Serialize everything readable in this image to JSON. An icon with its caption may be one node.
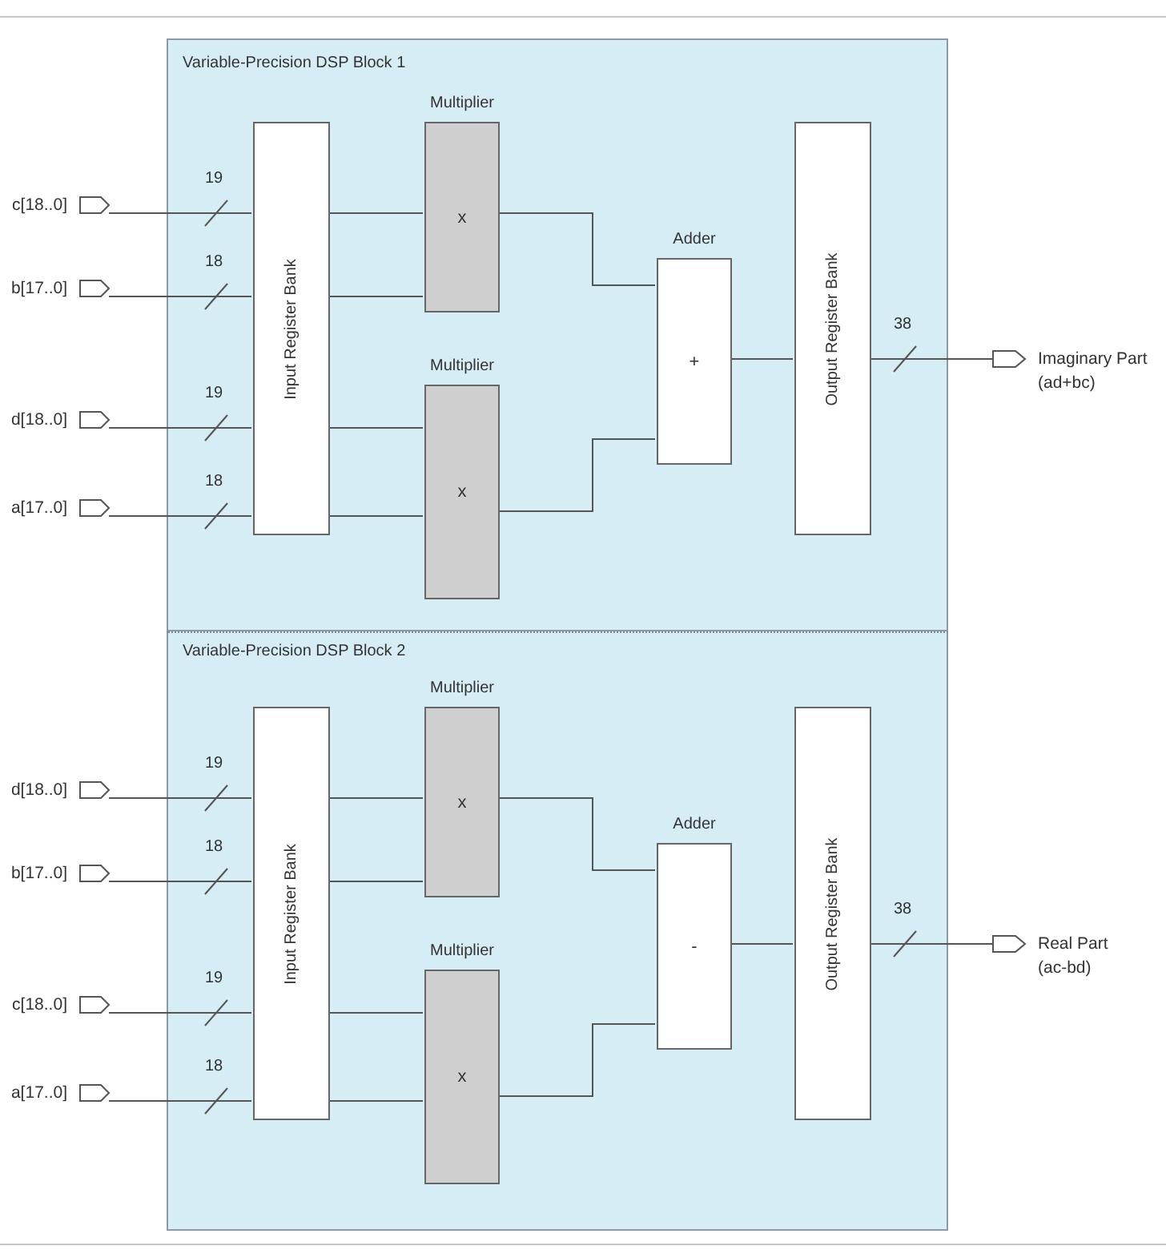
{
  "diagram": {
    "nodes": [
      {
        "text": [
          "Variable-Precision DSP Block 1"
        ]
      },
      {
        "text": [
          "Input Register Bank"
        ],
        "in": 0
      },
      {
        "text": [
          "Multiplier",
          "x"
        ],
        "in": 0
      },
      {
        "text": [
          "Multiplier",
          "x"
        ],
        "in": 0
      },
      {
        "text": [
          "Adder",
          "+"
        ],
        "in": 0
      },
      {
        "text": [
          "Output Register Bank"
        ],
        "in": 0
      },
      {
        "text": [
          "c[18..0]"
        ]
      },
      {
        "text": [
          "b[17..0]"
        ]
      },
      {
        "text": [
          "d[18..0]"
        ]
      },
      {
        "text": [
          "a[17..0]"
        ]
      },
      {
        "text": [
          "Imaginary Part (ad+bc)"
        ]
      },
      {
        "text": [
          "Variable-Precision DSP Block 2"
        ]
      },
      {
        "text": [
          "Input Register Bank"
        ],
        "in": 11
      },
      {
        "text": [
          "Multiplier",
          "x"
        ],
        "in": 11
      },
      {
        "text": [
          "Multiplier",
          "x"
        ],
        "in": 11
      },
      {
        "text": [
          "Adder",
          "-"
        ],
        "in": 11
      },
      {
        "text": [
          "Output Register Bank"
        ],
        "in": 11
      },
      {
        "text": [
          "d[18..0]"
        ]
      },
      {
        "text": [
          "b[17..0]"
        ]
      },
      {
        "text": [
          "c[18..0]"
        ]
      },
      {
        "text": [
          "a[17..0]"
        ]
      },
      {
        "text": [
          "Real Part (ac-bd)"
        ]
      }
    ],
    "edges": [
      {
        "from": 6,
        "to": 1,
        "arrow": "none",
        "label": "19"
      },
      {
        "from": 7,
        "to": 1,
        "arrow": "none",
        "label": "18"
      },
      {
        "from": 8,
        "to": 1,
        "arrow": "none",
        "label": "19"
      },
      {
        "from": 9,
        "to": 1,
        "arrow": "none",
        "label": "18"
      },
      {
        "from": 1,
        "to": 2,
        "arrow": "none"
      },
      {
        "from": 1,
        "to": 2,
        "arrow": "none"
      },
      {
        "from": 1,
        "to": 3,
        "arrow": "none"
      },
      {
        "from": 1,
        "to": 3,
        "arrow": "none"
      },
      {
        "from": 2,
        "to": 4,
        "arrow": "none"
      },
      {
        "from": 3,
        "to": 4,
        "arrow": "none"
      },
      {
        "from": 4,
        "to": 5,
        "arrow": "none"
      },
      {
        "from": 5,
        "to": 10,
        "arrow": "none",
        "label": "38"
      },
      {
        "from": 17,
        "to": 12,
        "arrow": "none",
        "label": "19"
      },
      {
        "from": 18,
        "to": 12,
        "arrow": "none",
        "label": "18"
      },
      {
        "from": 19,
        "to": 12,
        "arrow": "none",
        "label": "19"
      },
      {
        "from": 20,
        "to": 12,
        "arrow": "none",
        "label": "18"
      },
      {
        "from": 12,
        "to": 13,
        "arrow": "none"
      },
      {
        "from": 12,
        "to": 13,
        "arrow": "none"
      },
      {
        "from": 12,
        "to": 14,
        "arrow": "none"
      },
      {
        "from": 12,
        "to": 14,
        "arrow": "none"
      },
      {
        "from": 13,
        "to": 15,
        "arrow": "none"
      },
      {
        "from": 14,
        "to": 15,
        "arrow": "none"
      },
      {
        "from": 15,
        "to": 16,
        "arrow": "none"
      },
      {
        "from": 16,
        "to": 21,
        "arrow": "none",
        "label": "38"
      }
    ]
  }
}
